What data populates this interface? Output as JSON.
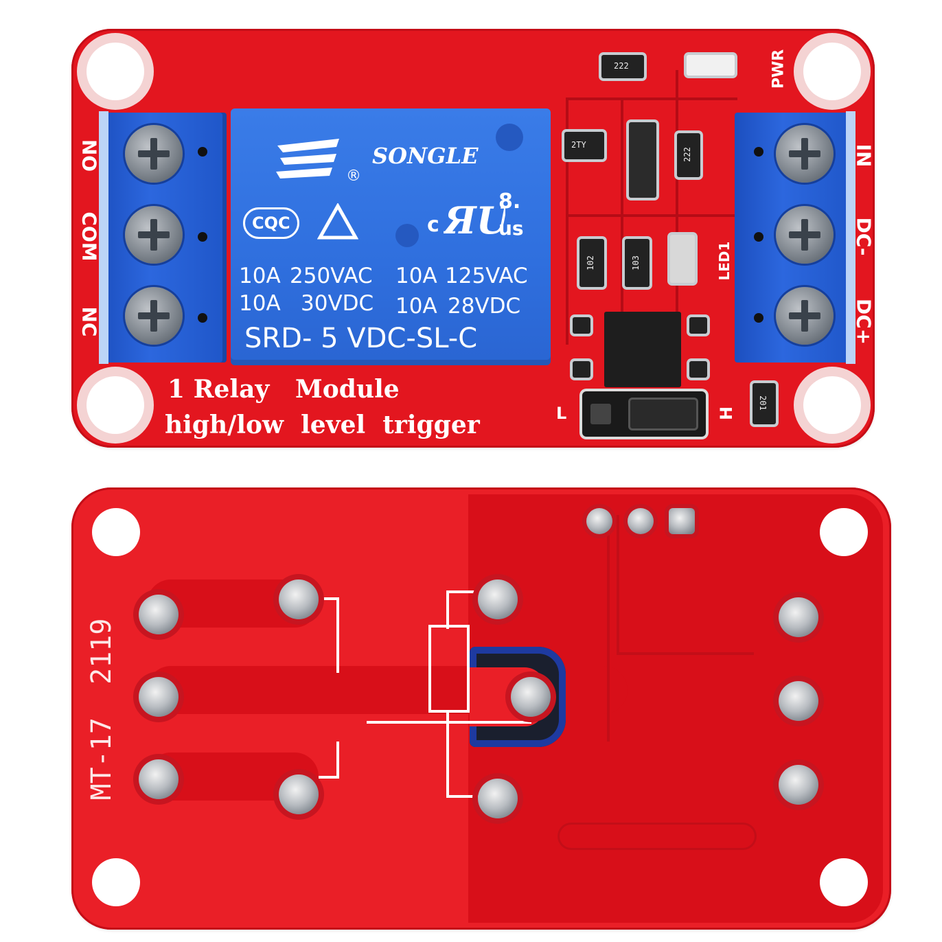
{
  "top_board": {
    "terminal_left_labels": [
      "NO",
      "COM",
      "NC"
    ],
    "terminal_right_labels": [
      "IN",
      "DC-",
      "DC+"
    ],
    "relay": {
      "brand": "SONGLE",
      "reg_mark": "®",
      "cert_cqc": "CQC",
      "ul_c": "c",
      "ul_us": "us",
      "ul_num": "8.",
      "rating_1a": "10A",
      "rating_1b": "250VAC",
      "rating_1c": "10A",
      "rating_1d": "125VAC",
      "rating_2a": "10A",
      "rating_2b": "30VDC",
      "rating_2c": "10A",
      "rating_2d": "28VDC",
      "model": "SRD- 5 VDC-SL-C"
    },
    "silkscreen": {
      "line1": "1 Relay   Module",
      "line2": "high/low  level  trigger",
      "pwr": "PWR",
      "led1": "LED1",
      "jumper_l": "L",
      "jumper_h": "H"
    },
    "components": {
      "r_top": "222",
      "r_mid": "222",
      "transistor": "2TY",
      "r_102": "102",
      "r_103": "103",
      "r_201": "201"
    }
  },
  "bottom_board": {
    "marking": "MT-17  2119"
  },
  "colors": {
    "pcb_red": "#e3161f",
    "terminal_blue": "#2c67de",
    "relay_blue": "#2f6fde",
    "silkscreen": "#ffffff"
  }
}
